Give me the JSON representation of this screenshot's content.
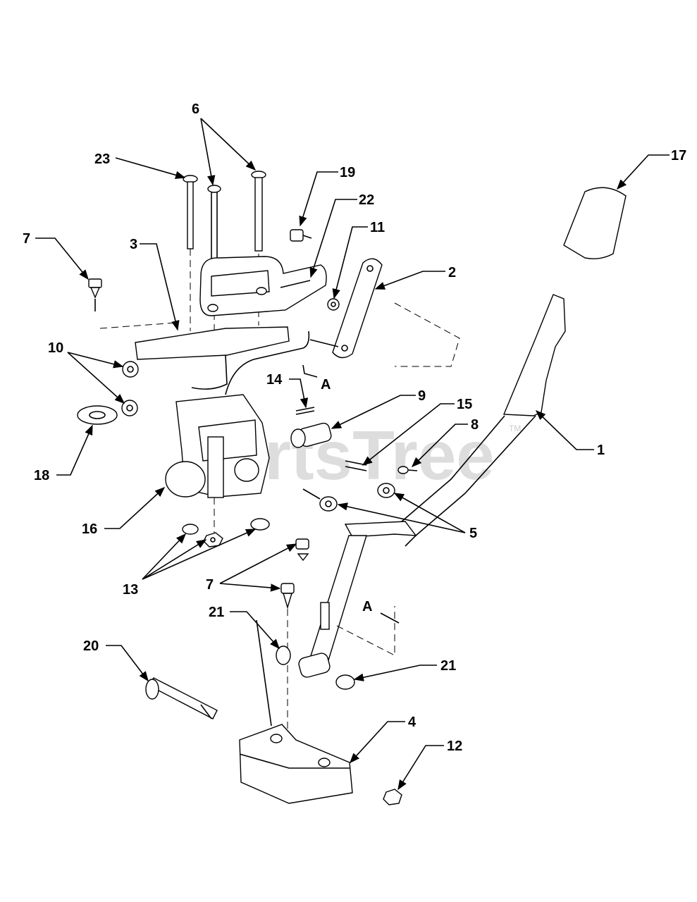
{
  "callouts": [
    {
      "id": "c6",
      "text": "6"
    },
    {
      "id": "c23",
      "text": "23"
    },
    {
      "id": "c19",
      "text": "19"
    },
    {
      "id": "c22",
      "text": "22"
    },
    {
      "id": "c11",
      "text": "11"
    },
    {
      "id": "c17",
      "text": "17"
    },
    {
      "id": "c7a",
      "text": "7"
    },
    {
      "id": "c3",
      "text": "3"
    },
    {
      "id": "c2",
      "text": "2"
    },
    {
      "id": "c10",
      "text": "10"
    },
    {
      "id": "c14",
      "text": "14"
    },
    {
      "id": "cA1",
      "text": "A"
    },
    {
      "id": "c9",
      "text": "9"
    },
    {
      "id": "c15",
      "text": "15"
    },
    {
      "id": "c8",
      "text": "8"
    },
    {
      "id": "c1",
      "text": "1"
    },
    {
      "id": "c18",
      "text": "18"
    },
    {
      "id": "c16",
      "text": "16"
    },
    {
      "id": "c5",
      "text": "5"
    },
    {
      "id": "c13",
      "text": "13"
    },
    {
      "id": "c7b",
      "text": "7"
    },
    {
      "id": "cA2",
      "text": "A"
    },
    {
      "id": "c21a",
      "text": "21"
    },
    {
      "id": "c20",
      "text": "20"
    },
    {
      "id": "c21b",
      "text": "21"
    },
    {
      "id": "c4",
      "text": "4"
    },
    {
      "id": "c12",
      "text": "12"
    }
  ],
  "watermark": {
    "text": "PartsTree",
    "trademark": "TM"
  }
}
